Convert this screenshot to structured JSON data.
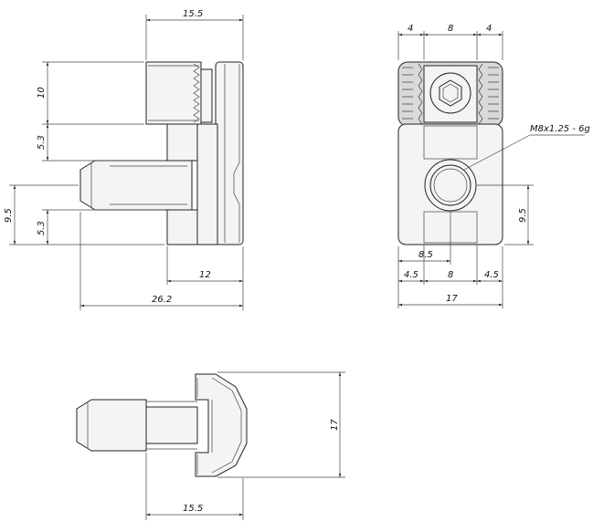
{
  "dimensions": {
    "side": {
      "top_width": "15.5",
      "top_height": "10",
      "gap_height": "5.3",
      "center_height": "9.5",
      "lower_gap": "5.3",
      "bottom_12": "12",
      "overall_26_2": "26.2"
    },
    "front": {
      "top_4_left": "4",
      "top_8": "8",
      "top_4_right": "4",
      "thread_label": "M8x1.25 - 6g",
      "center_height": "9.5",
      "offset_8_5": "8.5",
      "bot_4_5_left": "4.5",
      "bot_8": "8",
      "bot_4_5_right": "4.5",
      "overall_17": "17"
    },
    "bottom": {
      "height_17": "17",
      "width_15_5": "15.5"
    }
  }
}
